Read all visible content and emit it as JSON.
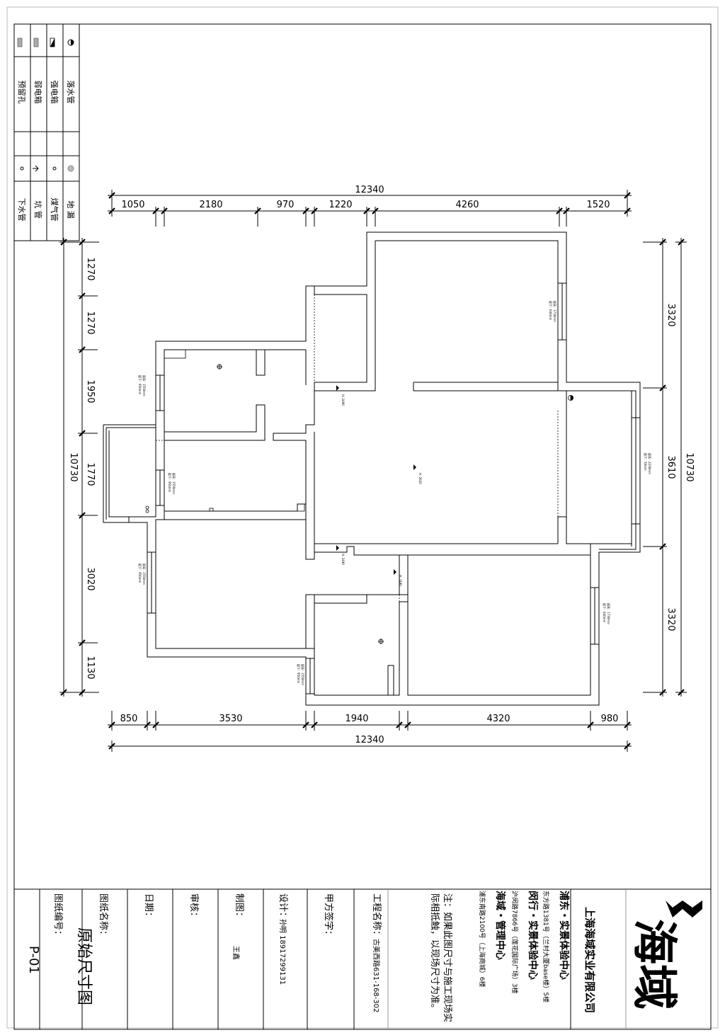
{
  "company": {
    "logo_glyph": "M",
    "name_big": "海域",
    "name_full": "上海海域实业有限公司"
  },
  "branches": [
    {
      "title": "浦东・实景体验中心",
      "address": "东方路1381号（兰村大厦base楼）5楼"
    },
    {
      "title": "闵行・实景体验中心",
      "address": "沪闵路7866号（莲花国际广场）3楼"
    },
    {
      "title": "海域・管理中心",
      "address": "浦东南路2100号（上海商城）6楼"
    }
  ],
  "note": "注：如果此图尺寸与施工现场实际相抵触，以现场尺寸为准。",
  "project_label": "工程名称：",
  "project_name": "古美西路631-168-302",
  "client_sign_label": "甲方签字：",
  "design_label": "设计：",
  "design_value": "孙明 18917299131",
  "draw_label": "制图：",
  "draw_value": "王鑫",
  "review_label": "审核：",
  "date_label": "日期：",
  "drawing_name_label": "图纸名称：",
  "drawing_name": "原始尺寸图",
  "drawing_no_label": "图纸编号：",
  "drawing_no": "P-01",
  "legend": [
    {
      "label": "落水管",
      "icon": "half-filled-circle-icon"
    },
    {
      "label": "强电箱",
      "icon": "triangle-box-icon"
    },
    {
      "label": "弱电箱",
      "icon": "gray-box-icon"
    },
    {
      "label": "预留孔",
      "icon": "gray-box-icon"
    },
    {
      "label": "地 漏",
      "icon": "gray-circle-icon"
    },
    {
      "label": "煤气管",
      "icon": "small-dot-icon"
    },
    {
      "label": "坑 管",
      "icon": "arrow-icon"
    },
    {
      "label": "下水管",
      "icon": "open-circle-icon"
    }
  ],
  "dimensions": {
    "top_total": "12340",
    "top_segments": [
      "1050",
      "2180",
      "970",
      "1220",
      "4260",
      "1520"
    ],
    "bottom_total": "12340",
    "bottom_segments": [
      "850",
      "3530",
      "1940",
      "4320",
      "980"
    ],
    "left_total": "10730",
    "left_segments": [
      "1270",
      "1270",
      "1950",
      "1770",
      "3020",
      "1130"
    ],
    "right_total": "10730",
    "right_segments": [
      "3320",
      "3610",
      "3320"
    ]
  },
  "window_notes": [
    {
      "line1": "窗高：1730mm",
      "line2": "窗下：640mm"
    },
    {
      "line1": "窗高：1550mm",
      "line2": "窗下：950mm"
    },
    {
      "line1": "窗高：1550mm",
      "line2": "窗下：950mm"
    },
    {
      "line1": "窗高：2230mm",
      "line2": "窗下：50mm"
    },
    {
      "line1": "窗高：1550mm",
      "line2": "窗下：950mm"
    },
    {
      "line1": "窗高：1730mm",
      "line2": "窗下：640mm"
    },
    {
      "line1": "窗高：1550mm",
      "line2": "窗下：950mm"
    }
  ],
  "height_marks": [
    "H: 2490",
    "H: 2620",
    "H: 2490",
    "H: 2490"
  ]
}
